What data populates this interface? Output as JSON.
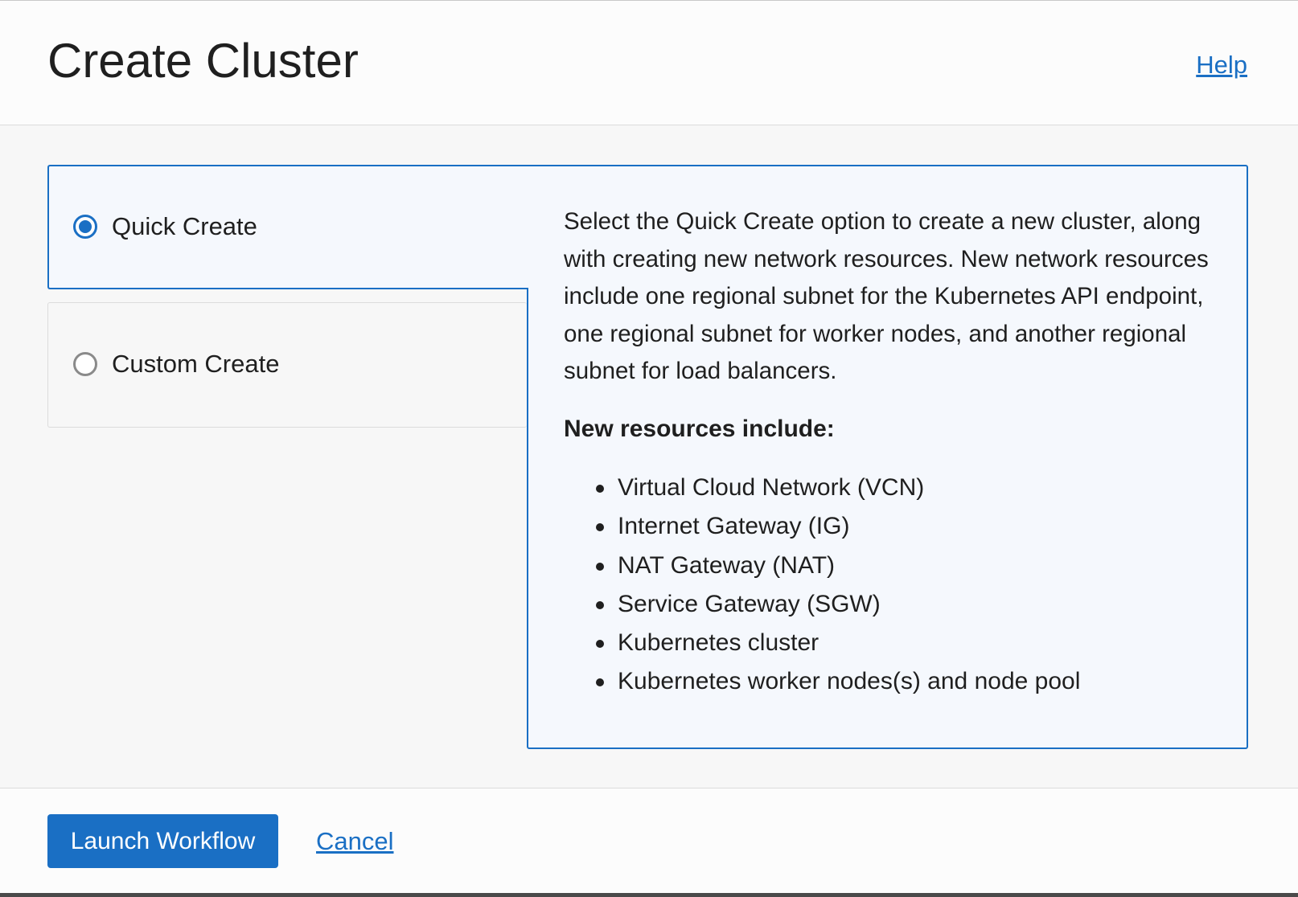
{
  "header": {
    "title": "Create Cluster",
    "help_label": "Help"
  },
  "options": [
    {
      "label": "Quick Create",
      "selected": true
    },
    {
      "label": "Custom Create",
      "selected": false
    }
  ],
  "details": {
    "description": "Select the Quick Create option to create a new cluster, along with creating new network resources. New network resources include one regional subnet for the Kubernetes API endpoint, one regional subnet for worker nodes, and another regional subnet for load balancers.",
    "subhead": "New resources include:",
    "resources": [
      "Virtual Cloud Network (VCN)",
      "Internet Gateway (IG)",
      "NAT Gateway (NAT)",
      "Service Gateway (SGW)",
      "Kubernetes cluster",
      "Kubernetes worker nodes(s) and node pool"
    ]
  },
  "footer": {
    "launch_label": "Launch Workflow",
    "cancel_label": "Cancel"
  },
  "colors": {
    "accent": "#1a6fc4",
    "panel_bg": "#f5f8fd",
    "page_bg": "#f7f7f7"
  }
}
